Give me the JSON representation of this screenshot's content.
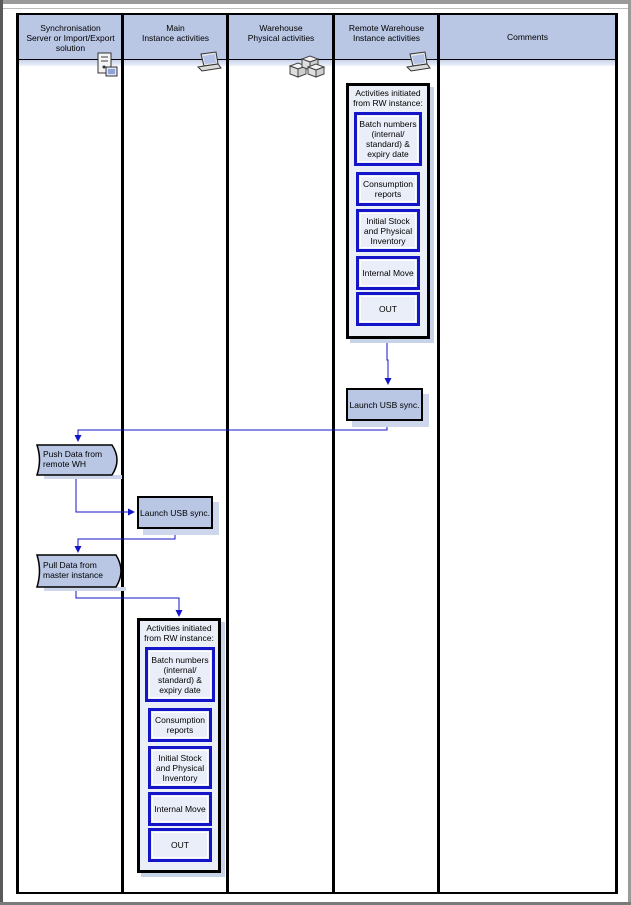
{
  "lanes": [
    {
      "title_line1": "Synchronisation",
      "title_line2": "Server or Import/Export",
      "title_line3": "solution",
      "icon": "server-icon"
    },
    {
      "title_line1": "Main",
      "title_line2": "Instance activities",
      "icon": "laptop-icon"
    },
    {
      "title_line1": "Warehouse",
      "title_line2": "Physical activities",
      "icon": "boxes-icon"
    },
    {
      "title_line1": "Remote Warehouse",
      "title_line2": "Instance activities",
      "icon": "laptop-icon"
    },
    {
      "title_line1": "Comments"
    }
  ],
  "remote_group": {
    "title_line1": "Activities initiated",
    "title_line2": "from RW instance:",
    "items": [
      "Batch numbers (internal/ standard) & expiry date",
      "Consumption reports",
      "Initial Stock and Physical Inventory",
      "Internal Move",
      "OUT"
    ]
  },
  "remote_sync": {
    "label": "Launch USB sync."
  },
  "push_data": {
    "line1": "Push Data from",
    "line2": "remote WH"
  },
  "main_sync": {
    "label": "Launch USB sync."
  },
  "pull_data": {
    "line1": "Pull Data from",
    "line2": "master instance"
  },
  "main_group": {
    "title_line1": "Activities initiated",
    "title_line2": "from RW instance:",
    "items": [
      "Batch numbers (internal/ standard) & expiry date",
      "Consumption reports",
      "Initial Stock and Physical Inventory",
      "Internal Move",
      "OUT"
    ]
  },
  "colors": {
    "header": "#b9c6e4",
    "connector": "#1414c8",
    "item_border": "#1414c8"
  }
}
